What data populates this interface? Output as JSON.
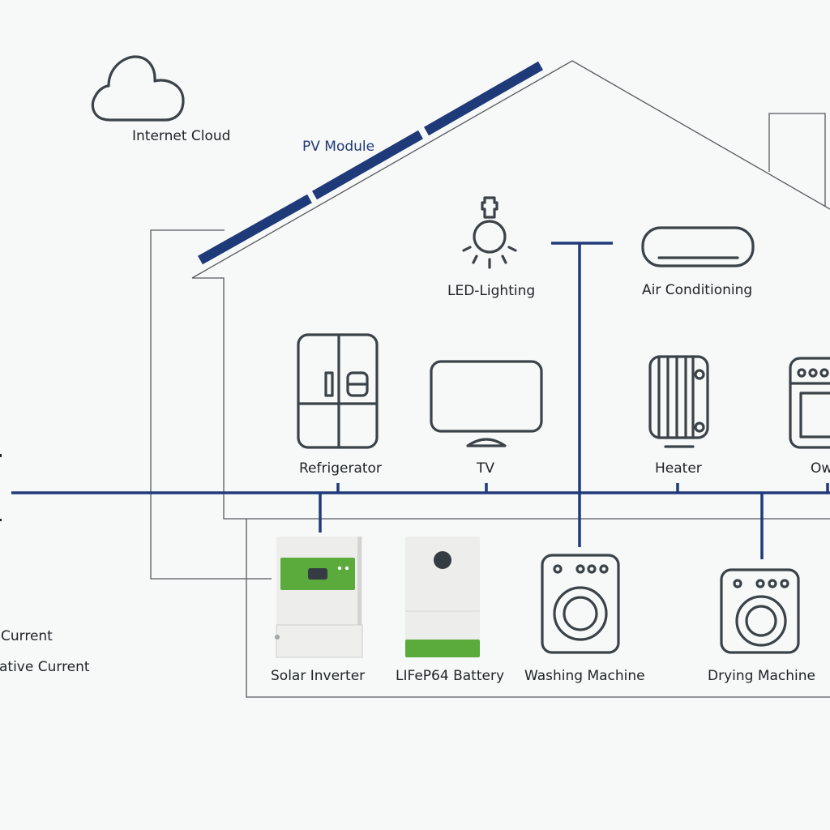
{
  "diagram": {
    "title": "Home solar energy system",
    "colors": {
      "bus_line": "#203a7a",
      "pv_panel": "#1f3a78",
      "device_green": "#5aab3c",
      "icon_stroke": "#3b4348",
      "background": "#f7f8f8"
    },
    "labels": {
      "cloud": "Internet Cloud",
      "pv_module": "PV Module",
      "led_lighting": "LED-Lighting",
      "air_conditioning": "Air Conditioning",
      "refrigerator": "Refrigerator",
      "tv": "TV",
      "heater": "Heater",
      "oven": "Ow",
      "solar_inverter": "Solar Inverter",
      "battery": "LIFeP64 Battery",
      "washing_machine": "Washing Machine",
      "drying_machine": "Drying Machine"
    },
    "legend": {
      "items": [
        {
          "label": "Current"
        },
        {
          "label": "ative Current"
        }
      ]
    },
    "icons": {
      "cloud": "cloud-icon",
      "bulb": "light-bulb-icon",
      "ac": "air-conditioner-icon",
      "fridge": "refrigerator-icon",
      "tv": "tv-icon",
      "heater": "radiator-icon",
      "oven": "oven-icon",
      "inverter": "inverter-device",
      "battery": "battery-device",
      "washer": "washing-machine-icon",
      "dryer": "drying-machine-icon"
    }
  }
}
